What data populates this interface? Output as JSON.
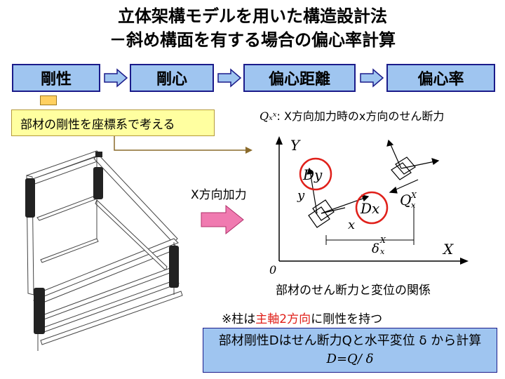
{
  "title": {
    "line1": "立体架構モデルを用いた構造設計法",
    "line2": "－斜め構面を有する場合の偏心率計算"
  },
  "flow": {
    "step1": "剛性",
    "step2": "剛心",
    "step3": "偏心距離",
    "step4": "偏心率"
  },
  "note": "部材の剛性を座標系で考える",
  "definition": {
    "symbol": "Qₓˣ",
    "text": ": X方向加力時のx方向のせん断力"
  },
  "load_label": "X方向加力",
  "diagram": {
    "axis_Y": "Y",
    "axis_X": "X",
    "origin": "0",
    "Dy": "Dy",
    "Dx": "Dx",
    "y": "y",
    "x": "x",
    "Q": "Q",
    "Q_sup": "X",
    "Q_sub": "x",
    "delta": "δ",
    "delta_sup": "X",
    "delta_sub": "x"
  },
  "relation_caption": "部材のせん断力と変位の関係",
  "column_note": {
    "prefix": "※柱は",
    "highlight": "主軸2方向",
    "suffix": "に剛性を持つ"
  },
  "bottom": {
    "line1": "部材剛性DはせんE断力Qと水平変位 δ から計算",
    "line2": "D=Q/ δ"
  },
  "colors": {
    "flow_fill": "#9fc5f0",
    "note_fill": "#ffffa0",
    "arrow_fill": "#f07ab0",
    "highlight": "#e0201a",
    "circle": "#e0201a"
  }
}
